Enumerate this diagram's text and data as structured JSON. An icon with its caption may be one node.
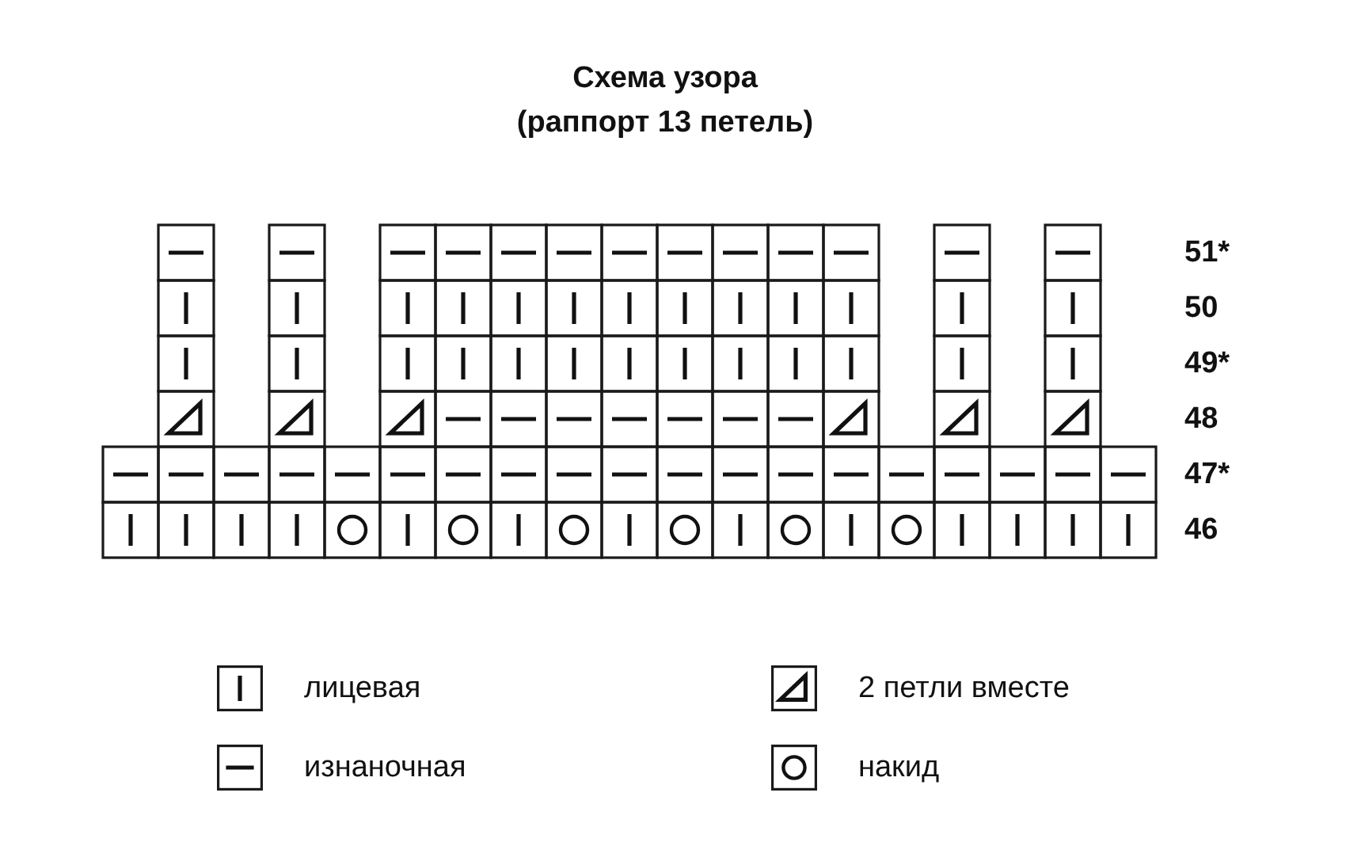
{
  "diagram": {
    "title": "Схема узора (раппорт 13 петель)",
    "labels": [
      "51*",
      "50",
      "49*",
      "48",
      "47*",
      "46"
    ],
    "legend": [
      {
        "text": "лицевая"
      },
      {
        "text": "2 петли вместе"
      },
      {
        "text": "изнаночная"
      },
      {
        "text": "накид"
      }
    ]
  }
}
